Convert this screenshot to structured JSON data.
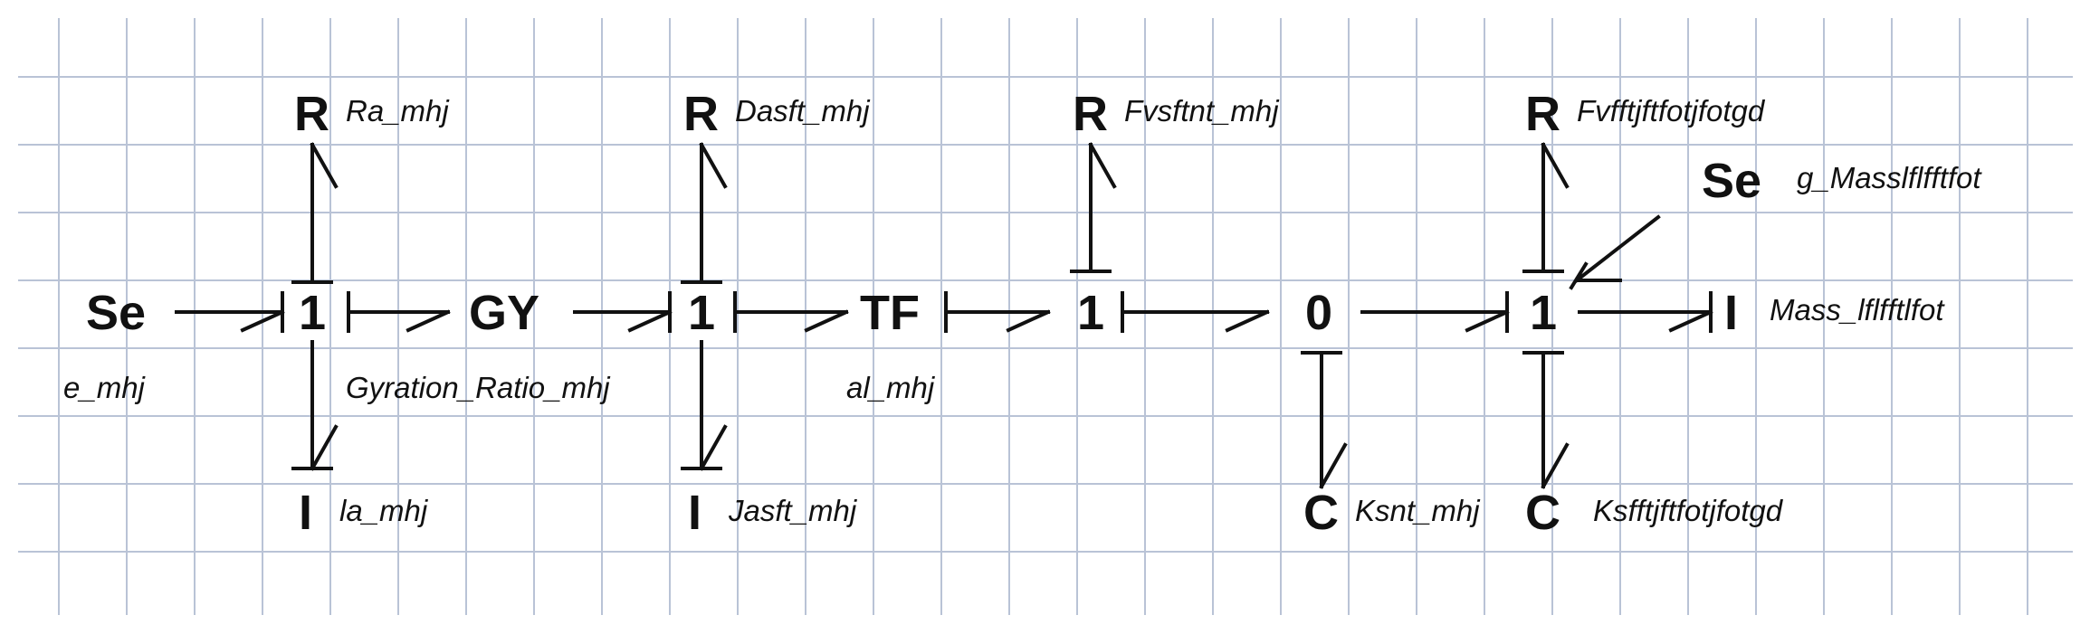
{
  "elements": {
    "se_left": "Se",
    "j1": "1",
    "gy": "GY",
    "j2": "1",
    "tf": "TF",
    "j3": "1",
    "j0": "0",
    "j4": "1",
    "i_mass": "I",
    "r1": "R",
    "r2": "R",
    "r3": "R",
    "r4": "R",
    "se_g": "Se",
    "i1": "I",
    "i2": "I",
    "c1": "C",
    "c2": "C"
  },
  "params": {
    "r1": "Ra_mhj",
    "r2": "Dasft_mhj",
    "r3": "Fvsftnt_mhj",
    "r4": "Fvfftjftfotjfotgd",
    "se_g": "g_Masslflfftfot",
    "i_mass": "Mass_lflfftlfot",
    "se_left": "e_mhj",
    "gy": "Gyration_Ratio_mhj",
    "tf": "al_mhj",
    "i1": "la_mhj",
    "i2": "Jasft_mhj",
    "c1": "Ksnt_mhj",
    "c2": "Ksfftjftfotjfotgd"
  },
  "colors": {
    "grid": "#b9c3d6",
    "ink": "#111111",
    "background": "#ffffff"
  }
}
